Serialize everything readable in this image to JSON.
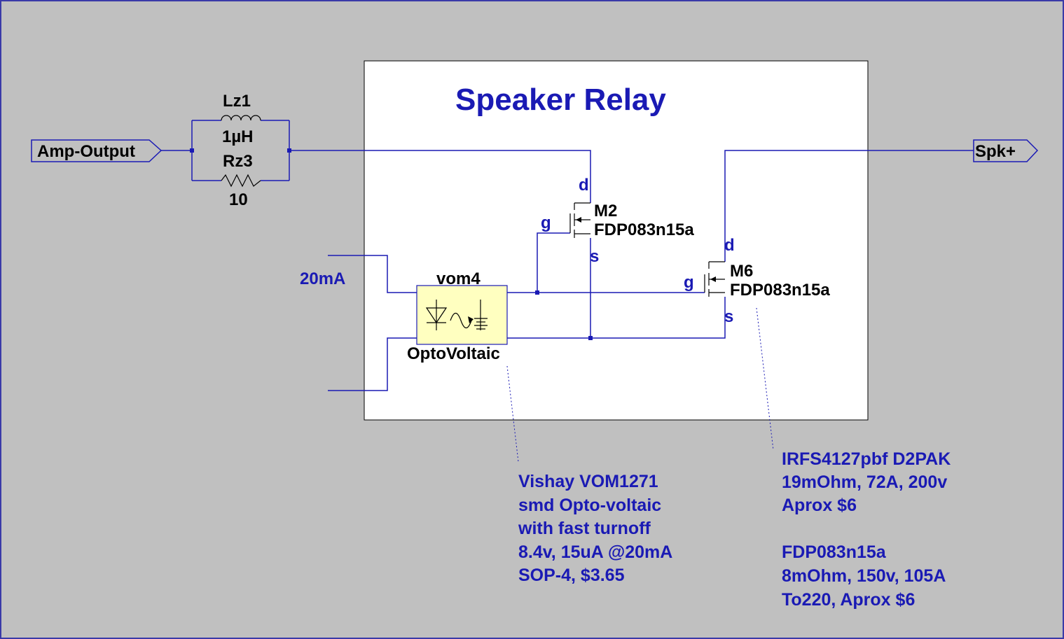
{
  "title": "Speaker Relay",
  "ports": {
    "input": "Amp-Output",
    "output": "Spk+"
  },
  "inductor": {
    "ref": "Lz1",
    "value": "1µH"
  },
  "resistor": {
    "ref": "Rz3",
    "value": "10"
  },
  "drive_current": "20mA",
  "opto": {
    "ref": "vom4",
    "model": "OptoVoltaic"
  },
  "mosfet1": {
    "ref": "M2",
    "model": "FDP083n15a",
    "pin_d": "d",
    "pin_g": "g",
    "pin_s": "s"
  },
  "mosfet2": {
    "ref": "M6",
    "model": "FDP083n15a",
    "pin_d": "d",
    "pin_g": "g",
    "pin_s": "s"
  },
  "opto_note": [
    "Vishay  VOM1271",
    "smd  Opto-voltaic",
    "with fast turnoff",
    "8.4v,  15uA  @20mA",
    "SOP-4,  $3.65"
  ],
  "fet_note": [
    "IRFS4127pbf  D2PAK",
    "19mOhm,  72A,  200v",
    "Aprox $6",
    "",
    "FDP083n15a",
    "8mOhm, 150v, 105A",
    "To220,  Aprox $6"
  ],
  "colors": {
    "background": "#c0c0c0",
    "wire": "#1a1ab4",
    "opto_fill": "#ffffc0"
  }
}
